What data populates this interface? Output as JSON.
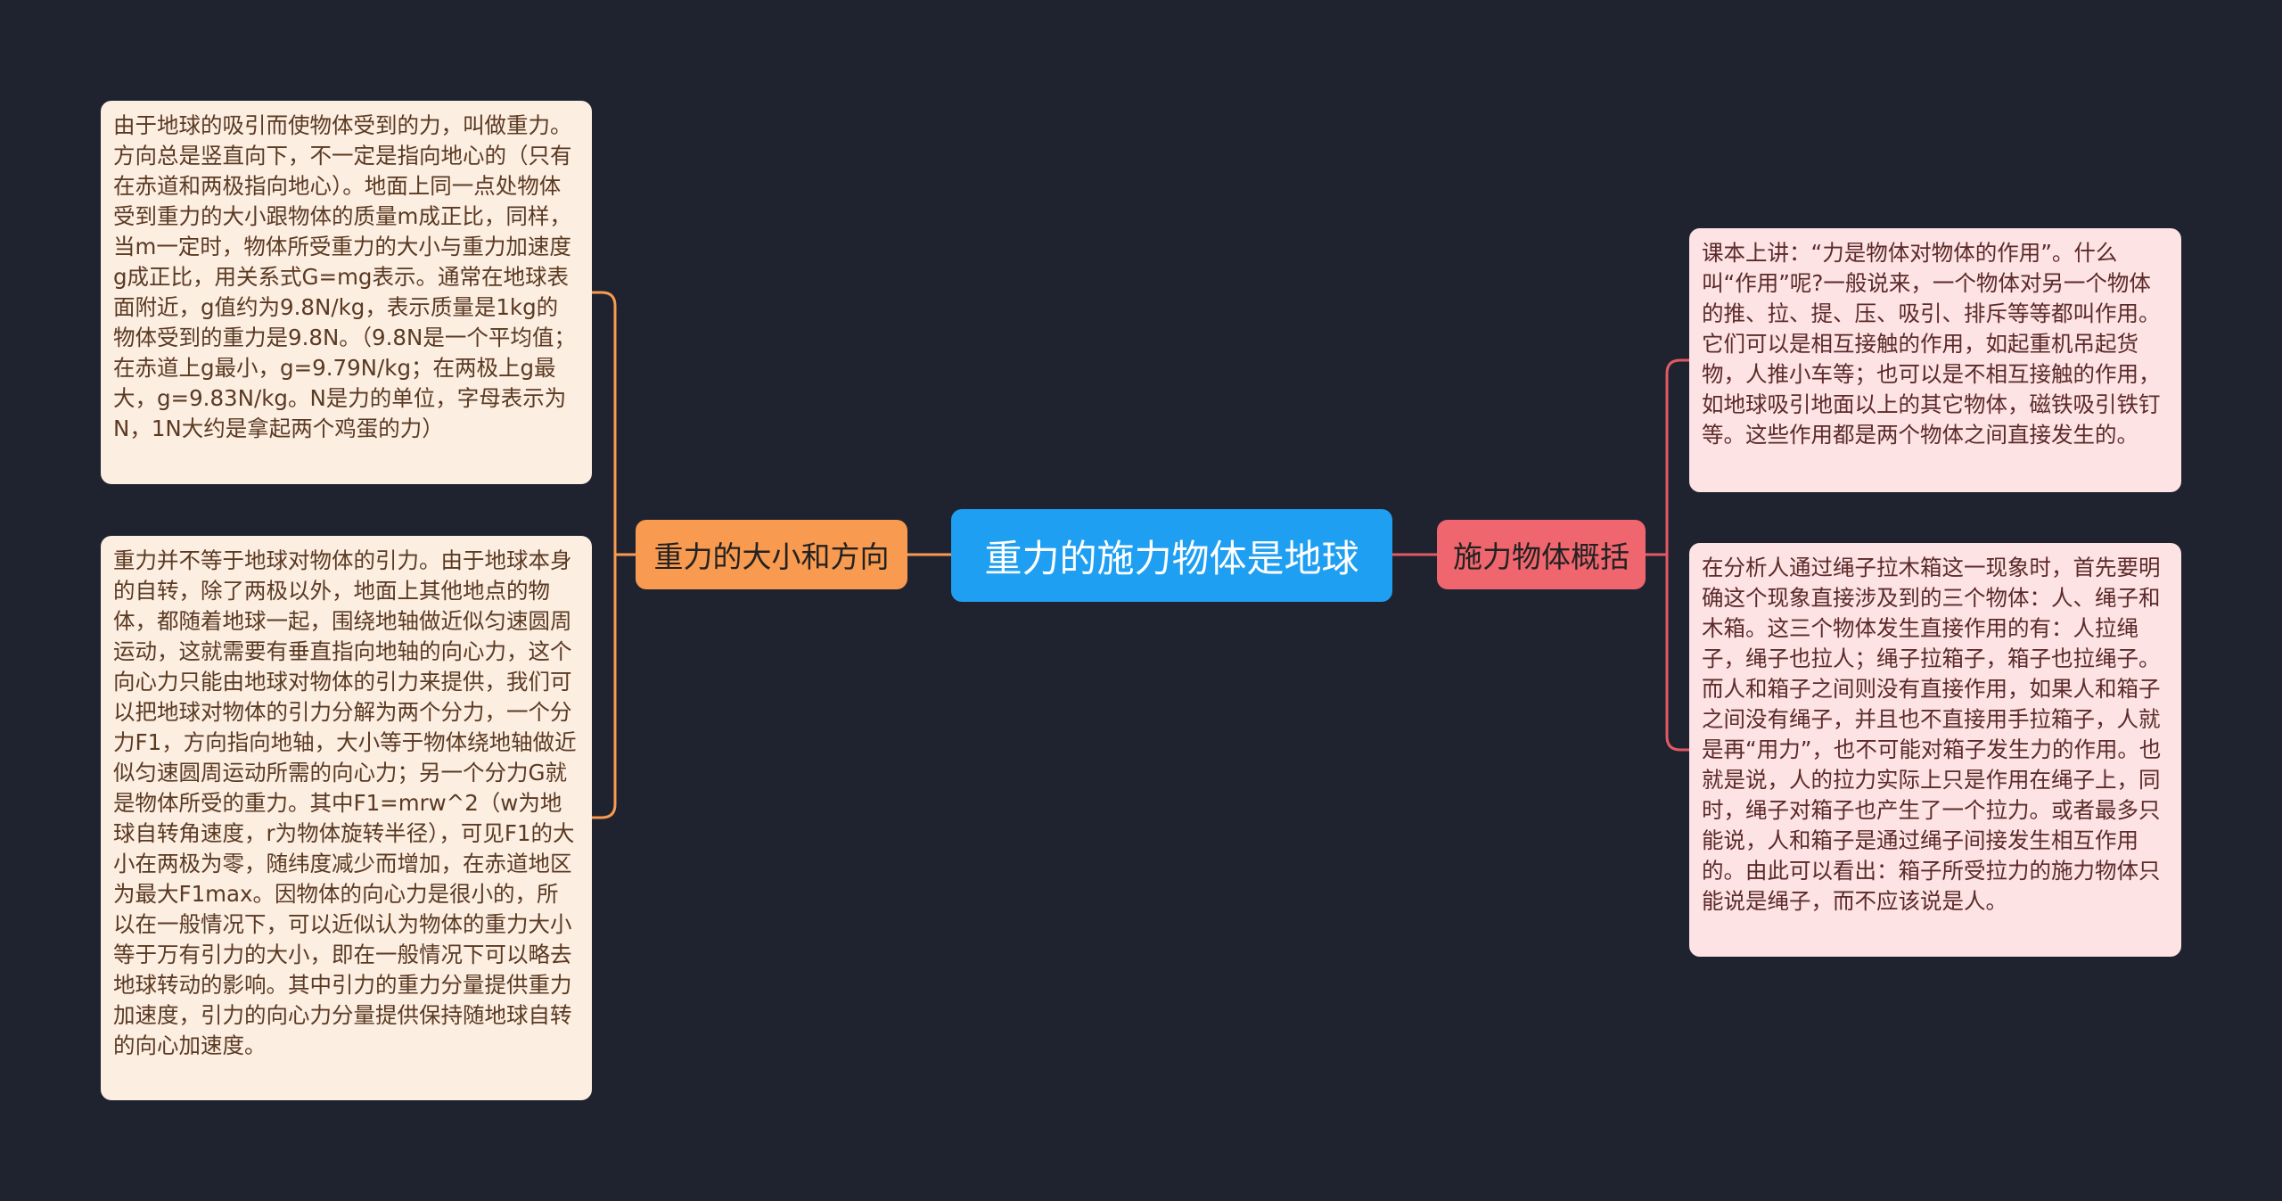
{
  "root": {
    "label": "重力的施力物体是地球",
    "color": "#1f9ff2"
  },
  "branches": {
    "left": {
      "label": "重力的大小和方向",
      "color": "#f89a4f",
      "children": [
        "由于地球的吸引而使物体受到的力，叫做重力。方向总是竖直向下，不一定是指向地心的（只有在赤道和两极指向地心）。地面上同一点处物体受到重力的大小跟物体的质量m成正比，同样，当m一定时，物体所受重力的大小与重力加速度g成正比，用关系式G=mg表示。通常在地球表面附近，g值约为9.8N/kg，表示质量是1kg的物体受到的重力是9.8N。（9.8N是一个平均值；在赤道上g最小，g=9.79N/kg；在两极上g最大，g=9.83N/kg。N是力的单位，字母表示为N，1N大约是拿起两个鸡蛋的力）",
        "重力并不等于地球对物体的引力。由于地球本身的自转，除了两极以外，地面上其他地点的物体，都随着地球一起，围绕地轴做近似匀速圆周运动，这就需要有垂直指向地轴的向心力，这个向心力只能由地球对物体的引力来提供，我们可以把地球对物体的引力分解为两个分力，一个分力F1，方向指向地轴，大小等于物体绕地轴做近似匀速圆周运动所需的向心力；另一个分力G就是物体所受的重力。其中F1=mrw^2（w为地球自转角速度，r为物体旋转半径），可见F1的大小在两极为零，随纬度减少而增加，在赤道地区为最大F1max。因物体的向心力是很小的，所以在一般情况下，可以近似认为物体的重力大小等于万有引力的大小，即在一般情况下可以略去地球转动的影响。其中引力的重力分量提供重力加速度，引力的向心力分量提供保持随地球自转的向心加速度。"
      ]
    },
    "right": {
      "label": "施力物体概括",
      "color": "#f0666e",
      "children": [
        "课本上讲：“力是物体对物体的作用”。什么叫“作用”呢?一般说来，一个物体对另一个物体的推、拉、提、压、吸引、排斥等等都叫作用。它们可以是相互接触的作用，如起重机吊起货物，人推小车等；也可以是不相互接触的作用，如地球吸引地面以上的其它物体，磁铁吸引铁钉等。这些作用都是两个物体之间直接发生的。",
        "在分析人通过绳子拉木箱这一现象时，首先要明确这个现象直接涉及到的三个物体：人、绳子和木箱。这三个物体发生直接作用的有：人拉绳子，绳子也拉人；绳子拉箱子，箱子也拉绳子。而人和箱子之间则没有直接作用，如果人和箱子之间没有绳子，并且也不直接用手拉箱子，人就是再“用力”，也不可能对箱子发生力的作用。也就是说，人的拉力实际上只是作用在绳子上，同时，绳子对箱子也产生了一个拉力。或者最多只能说，人和箱子是通过绳子间接发生相互作用的。由此可以看出：箱子所受拉力的施力物体只能说是绳子，而不应该说是人。"
      ]
    }
  },
  "connector_colors": {
    "left": "#f89a4f",
    "right": "#e05a63"
  }
}
